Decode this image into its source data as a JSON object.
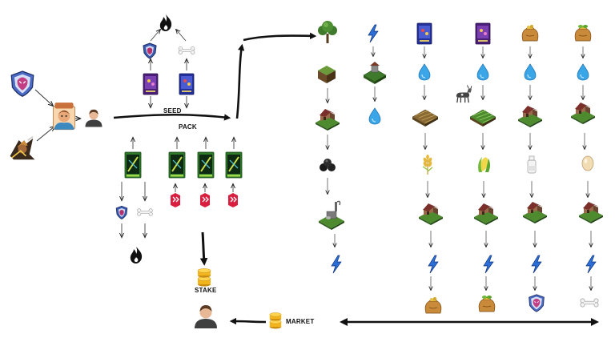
{
  "labels": {
    "seed": "SEED",
    "pack": "PACK",
    "stake": "STAKE",
    "market": "MARKET"
  },
  "colors": {
    "arrow": "#111111",
    "thin_arrow": "#555555",
    "fire": "#111111",
    "gold": "#f2b51e",
    "water": "#3aa6e8",
    "bolt": "#2b6fd6",
    "card_purple": "#5b2a86",
    "card_blue": "#2c3a9c",
    "pack_green": "#3f8a2f",
    "hive_red": "#d81f3f",
    "house_roof": "#7a2f2a",
    "grass": "#4e8b2f",
    "wood": "#7a5a34"
  },
  "icons": {
    "shield": "shield-icon",
    "bone": "bone-icon",
    "fire": "fire-icon",
    "seed_card": "seed-card-icon",
    "pack_card": "pack-card-icon",
    "hive_token": "hive-token-icon",
    "tree": "tree-icon",
    "bolt": "lightning-bolt-icon",
    "water": "water-drop-icon",
    "well": "water-well-icon",
    "field": "crop-field-icon",
    "barn": "barn-icon",
    "coal": "coal-icon",
    "wheat": "wheat-icon",
    "corn": "corn-icon",
    "milk": "milk-bottle-icon",
    "egg": "egg-icon",
    "goat": "goat-icon",
    "mill": "mill-machine-icon",
    "gold_coins": "gold-coins-icon",
    "user": "user-avatar-icon",
    "sack": "goods-sack-icon",
    "land": "land-plot-icon"
  }
}
